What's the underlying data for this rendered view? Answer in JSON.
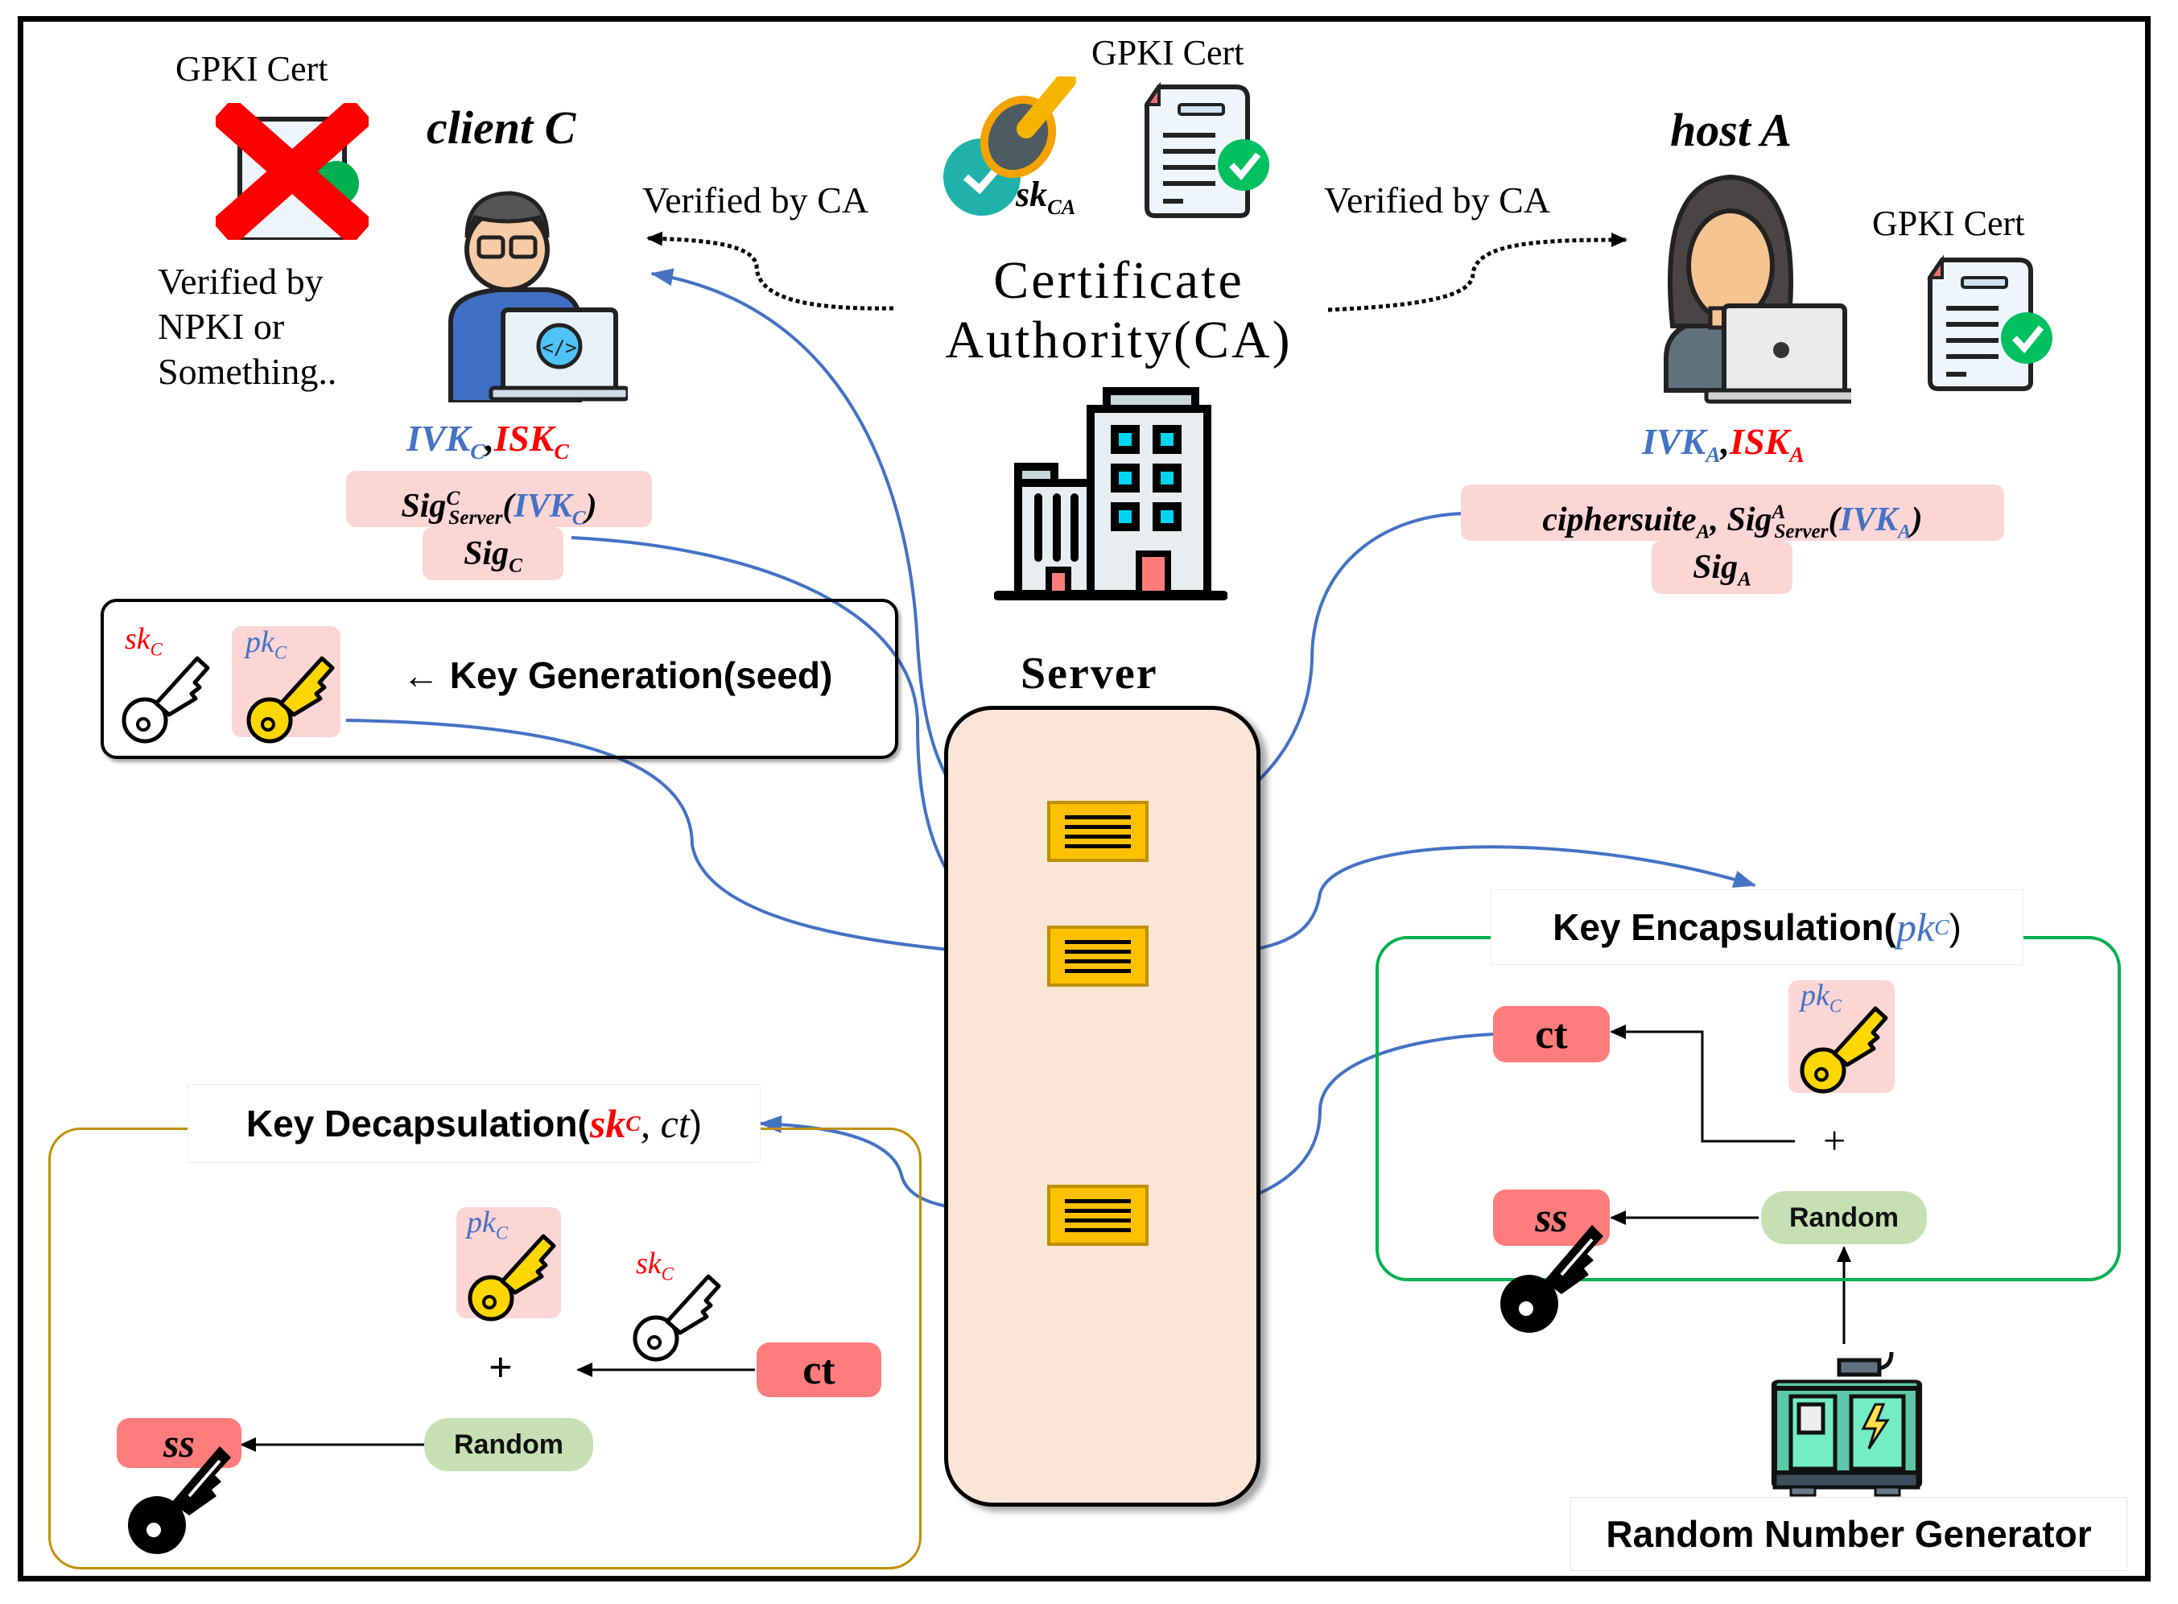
{
  "ca": {
    "title_line1": "Certificate",
    "title_line2": "Authority(CA)",
    "cert_label": "GPKI Cert",
    "sk_label": "sk",
    "sk_sub": "CA",
    "verified_left": "Verified by CA",
    "verified_right": "Verified by CA"
  },
  "client": {
    "title": "client  C",
    "cert_label": "GPKI Cert",
    "alt_verify": [
      "Verified by",
      "NPKI or",
      "Something.."
    ],
    "ivk": "IVK",
    "isk": "ISK",
    "sub": "C",
    "sig_server": "Sig",
    "sig_server_sup": "C",
    "sig_server_sub": "Server",
    "sig_server_arg": "IVK",
    "sig": "Sig"
  },
  "host": {
    "title": "host  A",
    "cert_label": "GPKI Cert",
    "ivk": "IVK",
    "isk": "ISK",
    "sub": "A",
    "ciphersuite": "ciphersuite",
    "sig_server": "Sig",
    "sig_server_sup": "A",
    "sig_server_sub": "Server",
    "sig_server_arg": "IVK",
    "sig": "Sig"
  },
  "server": {
    "label": "Server",
    "message_count": 3
  },
  "keygen": {
    "sk": "sk",
    "pk": "pk",
    "sub": "C",
    "label": "← Key Generation(seed)"
  },
  "encap": {
    "title": "Key Encapsulation(",
    "arg": "pk",
    "arg_sub": "C",
    "close": ")",
    "ct": "ct",
    "ss": "ss",
    "random": "Random",
    "plus": "+",
    "pk": "pk",
    "pk_sub": "C"
  },
  "decap": {
    "title": "Key Decapsulation(",
    "arg1": "sk",
    "arg1_sub": "C",
    "arg2": ", ct",
    "close": ")",
    "ct": "ct",
    "ss": "ss",
    "random": "Random",
    "plus": "+",
    "pk": "pk",
    "sk": "sk",
    "key_sub": "C"
  },
  "rng": {
    "label": "Random Number Generator"
  },
  "colors": {
    "flow_arrow": "#4472c4",
    "server_fill": "#fbe5d6",
    "message_fill": "#ffc000",
    "encap_border": "#00b050",
    "decap_border": "#bf9000",
    "ct_fill": "#ff7c7c",
    "random_fill": "#c6e0b4",
    "sig_fill": "#fcd5d5"
  }
}
